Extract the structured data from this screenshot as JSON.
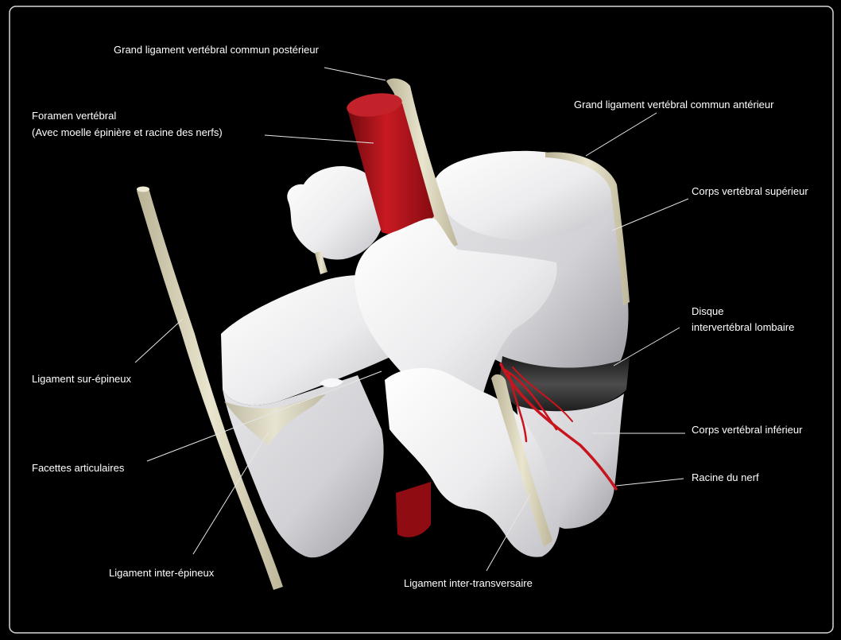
{
  "labels": {
    "posterior_ligament": "Grand ligament vertébral commun postérieur",
    "foramen_line1": "Foramen vertébral",
    "foramen_line2": "(Avec moelle épinière et racine des nerfs)",
    "anterior_ligament": "Grand ligament vertébral commun antérieur",
    "upper_body": "Corps vertébral supérieur",
    "disc_line1": "Disque",
    "disc_line2": "intervertébral lombaire",
    "supraspinous": "Ligament sur-épineux",
    "lower_body": "Corps vertébral inférieur",
    "nerve_root": "Racine du nerf",
    "facets": "Facettes articulaires",
    "interspinous": "Ligament inter-épineux",
    "intertransverse": "Ligament inter-transversaire"
  },
  "colors": {
    "background": "#000000",
    "label": "#ffffff",
    "leader": "#e6e6e6",
    "bone": "#f0f0f2",
    "ligament": "#d8d3b8",
    "spinal_cord": "#b3121a",
    "disc": "#3a3a3a",
    "nerve": "#c8141c"
  }
}
